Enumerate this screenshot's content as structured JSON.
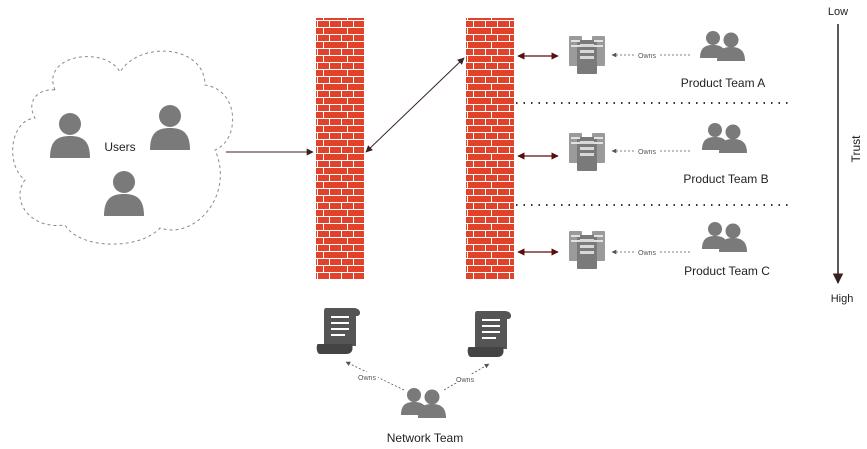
{
  "labels": {
    "users": "Users",
    "product_team_a": "Product Team A",
    "product_team_b": "Product Team B",
    "product_team_c": "Product Team C",
    "network_team": "Network Team",
    "owns": "Owns",
    "trust_low": "Low",
    "trust_high": "High",
    "trust": "Trust"
  },
  "colors": {
    "brick": "#e0432a",
    "mortar": "#ffffff",
    "icon_gray": "#7a7a7a",
    "arrow": "#3a2020",
    "server_gray": "#8a8a8a"
  },
  "icons": {
    "user": "user-icon",
    "team": "team-icon",
    "server": "server-rack-icon",
    "firewall": "firewall-icon",
    "policy": "policy-scroll-icon"
  }
}
